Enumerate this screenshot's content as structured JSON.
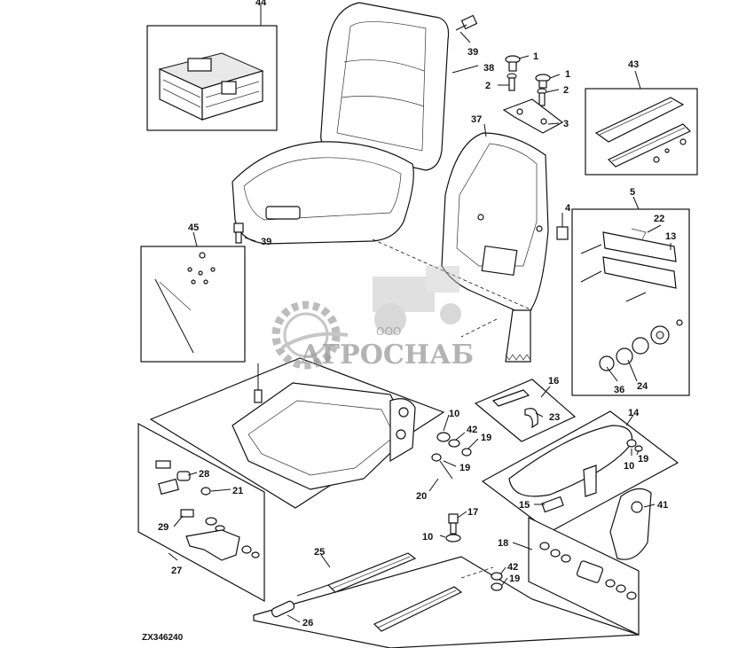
{
  "labels": {
    "l44": "44",
    "l39a": "39",
    "l38": "38",
    "l1a": "1",
    "l1b": "1",
    "l2a": "2",
    "l2b": "2",
    "l3": "3",
    "l43": "43",
    "l37": "37",
    "l5": "5",
    "l4": "4",
    "l22": "22",
    "l13": "13",
    "l45": "45",
    "l39b": "39",
    "l16": "16",
    "l23": "23",
    "l10a": "10",
    "l42a": "42",
    "l19a": "19",
    "l19b": "19",
    "l20": "20",
    "l36": "36",
    "l24": "24",
    "l14": "14",
    "l10b": "10",
    "l19c": "19",
    "l28": "28",
    "l21": "21",
    "l17": "17",
    "l15": "15",
    "l41": "41",
    "l29": "29",
    "l10c": "10",
    "l18": "18",
    "l25": "25",
    "l42b": "42",
    "l19d": "19",
    "l27": "27",
    "l26": "26"
  },
  "watermark": {
    "prefix": "ООО",
    "company": "АГРОСНАБ"
  },
  "figure_code": "ZX346240"
}
